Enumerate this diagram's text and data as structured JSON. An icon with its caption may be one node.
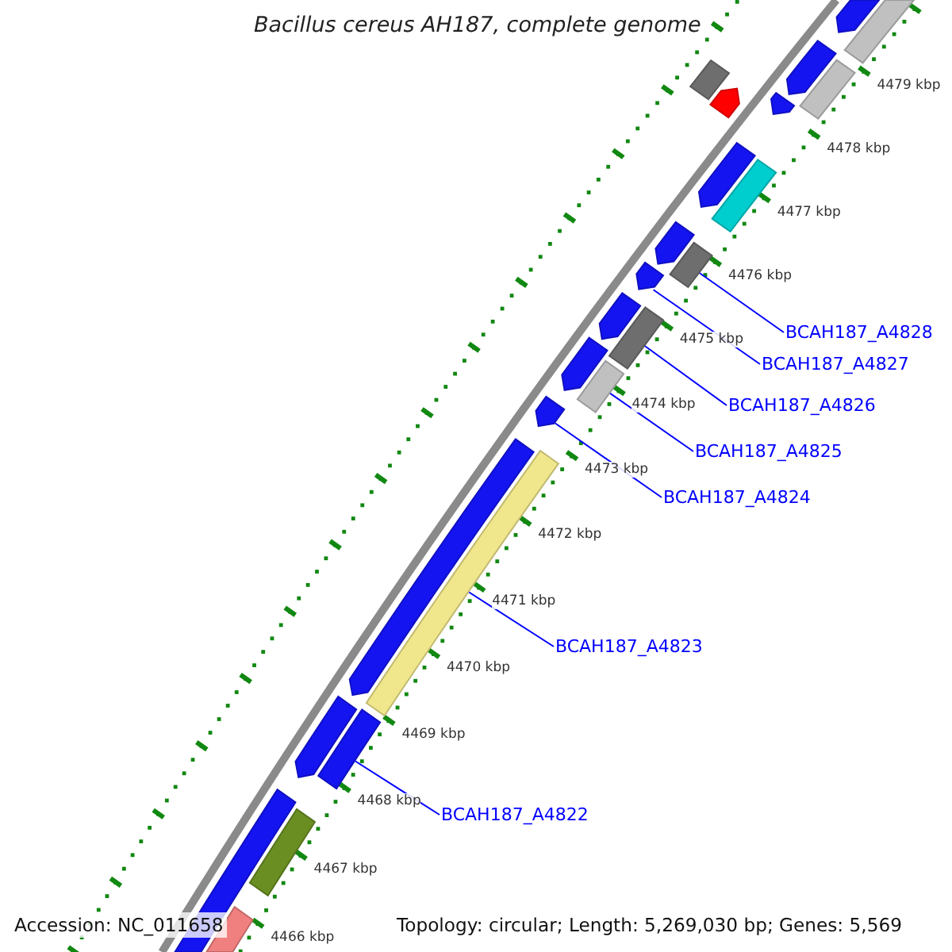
{
  "diagram": {
    "title": "Bacillus cereus AH187, complete genome",
    "nodes": [
      {
        "text": [
          "BCAH187_A4828"
        ]
      },
      {
        "text": [
          "BCAH187_A4827"
        ]
      },
      {
        "text": [
          "BCAH187_A4826"
        ]
      },
      {
        "text": [
          "BCAH187_A4825"
        ]
      },
      {
        "text": [
          "BCAH187_A4824"
        ]
      },
      {
        "text": [
          "BCAH187_A4823"
        ]
      },
      {
        "text": [
          "BCAH187_A4822"
        ]
      },
      {
        "text": [],
        "shape": "pentagon"
      },
      {
        "text": [],
        "shape": "bar"
      },
      {
        "text": [],
        "shape": "pentagon"
      },
      {
        "text": [],
        "shape": "bar"
      },
      {
        "text": [],
        "shape": "pentagon"
      },
      {
        "text": [],
        "shape": "bar"
      },
      {
        "text": [],
        "shape": "pentagon"
      },
      {
        "text": [],
        "shape": "pentagon"
      },
      {
        "text": [],
        "shape": "bar"
      },
      {
        "text": [],
        "shape": "pentagon"
      },
      {
        "text": [],
        "shape": "bar"
      },
      {
        "text": [],
        "shape": "pentagon"
      },
      {
        "text": [],
        "shape": "pentagon"
      },
      {
        "text": [],
        "shape": "bar"
      },
      {
        "text": [],
        "shape": "pentagon"
      },
      {
        "text": [],
        "shape": "bar"
      },
      {
        "text": [],
        "shape": "pentagon"
      },
      {
        "text": [],
        "shape": "bar"
      },
      {
        "text": [],
        "shape": "pentagon"
      },
      {
        "text": [],
        "shape": "bar"
      },
      {
        "text": [],
        "shape": "pentagon"
      },
      {
        "text": [],
        "shape": "bar"
      },
      {
        "text": [],
        "shape": "bar"
      },
      {
        "text": [],
        "shape": "bar"
      }
    ],
    "edges": [
      {
        "from": 0,
        "to": 17,
        "arrow": "none"
      },
      {
        "from": 1,
        "to": 18,
        "arrow": "none"
      },
      {
        "from": 2,
        "to": 20,
        "arrow": "none"
      },
      {
        "from": 3,
        "to": 22,
        "arrow": "none"
      },
      {
        "from": 4,
        "to": 23,
        "arrow": "none"
      },
      {
        "from": 5,
        "to": 24,
        "arrow": "none"
      },
      {
        "from": 6,
        "to": 26,
        "arrow": "none"
      }
    ],
    "labels": [
      "4479 kbp",
      "4478 kbp",
      "4477 kbp",
      "4476 kbp",
      "4475 kbp",
      "4474 kbp",
      "4473 kbp",
      "4472 kbp",
      "4471 kbp",
      "4470 kbp",
      "4469 kbp",
      "4468 kbp",
      "4467 kbp",
      "4466 kbp",
      "Accession: NC_011658",
      "Topology: circular; Length: 5,269,030 bp; Genes: 5,569"
    ]
  }
}
